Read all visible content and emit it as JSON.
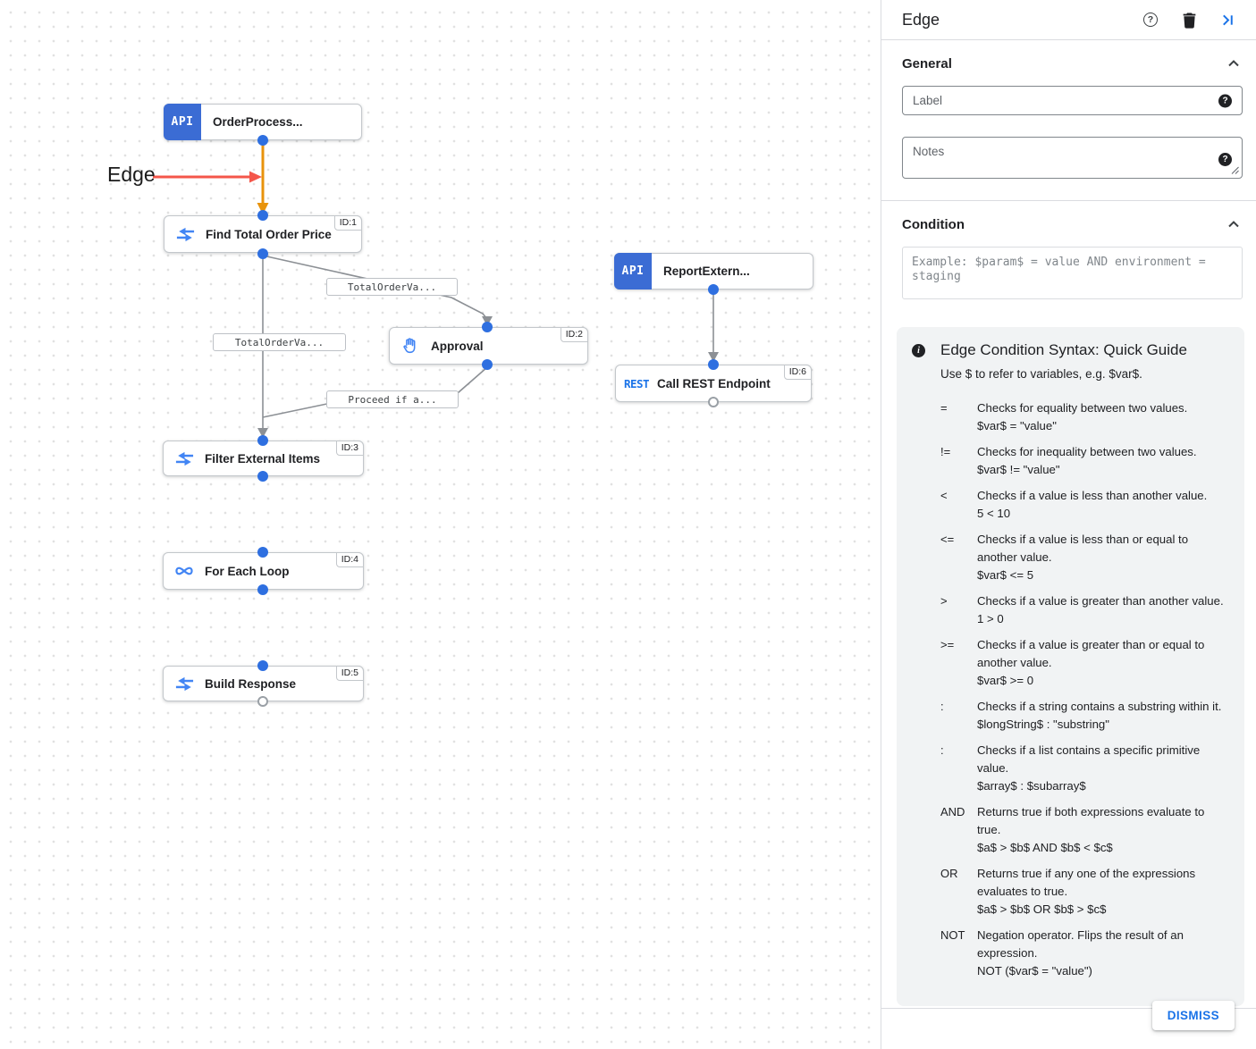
{
  "canvas": {
    "annotation_label": "Edge",
    "api_icon_text": "API",
    "rest_icon_text": "REST",
    "nodes": [
      {
        "label": "OrderProcess...",
        "badge": ""
      },
      {
        "label": "Find Total Order Price",
        "badge": "ID:1"
      },
      {
        "label": "Approval",
        "badge": "ID:2"
      },
      {
        "label": "ReportExtern...",
        "badge": ""
      },
      {
        "label": "Call REST Endpoint",
        "badge": "ID:6"
      },
      {
        "label": "Filter External Items",
        "badge": "ID:3"
      },
      {
        "label": "For Each Loop",
        "badge": "ID:4"
      },
      {
        "label": "Build Response",
        "badge": "ID:5"
      }
    ],
    "edge_labels": [
      {
        "text": "TotalOrderVa..."
      },
      {
        "text": "TotalOrderVa..."
      },
      {
        "text": "Proceed if a..."
      }
    ]
  },
  "panel": {
    "title": "Edge",
    "general_title": "General",
    "condition_title": "Condition",
    "label_placeholder": "Label",
    "notes_placeholder": "Notes",
    "help_glyph": "?",
    "info_glyph": "i",
    "condition_placeholder": "Example: $param$ = value AND environment = staging",
    "guide": {
      "title": "Edge Condition Syntax: Quick Guide",
      "subtitle": "Use $ to refer to variables, e.g. $var$.",
      "rules": [
        {
          "op": "=",
          "desc": "Checks for equality between two values.",
          "example": "$var$ = \"value\""
        },
        {
          "op": "!=",
          "desc": "Checks for inequality between two values.",
          "example": "$var$ != \"value\""
        },
        {
          "op": "<",
          "desc": "Checks if a value is less than another value.",
          "example": "5 < 10"
        },
        {
          "op": "<=",
          "desc": "Checks if a value is less than or equal to another value.",
          "example": "$var$ <= 5"
        },
        {
          "op": ">",
          "desc": "Checks if a value is greater than another value.",
          "example": "1 > 0"
        },
        {
          "op": ">=",
          "desc": "Checks if a value is greater than or equal to another value.",
          "example": "$var$ >= 0"
        },
        {
          "op": ":",
          "desc": "Checks if a string contains a substring within it.",
          "example": "$longString$ : \"substring\""
        },
        {
          "op": ":",
          "desc": "Checks if a list contains a specific primitive value.",
          "example": "$array$ : $subarray$"
        },
        {
          "op": "AND",
          "desc": "Returns true if both expressions evaluate to true.",
          "example": "$a$ > $b$ AND $b$ < $c$"
        },
        {
          "op": "OR",
          "desc": "Returns true if any one of the expressions evaluates to true.",
          "example": "$a$ > $b$ OR $b$ > $c$"
        },
        {
          "op": "NOT",
          "desc": "Negation operator. Flips the result of an expression.",
          "example": "NOT ($var$ = \"value\")"
        }
      ]
    },
    "dismiss_label": "DISMISS"
  },
  "colors": {
    "accent_blue": "#1a73e8",
    "port_blue": "#2e6fe0",
    "api_badge_blue": "#3b6cd4",
    "edge_gray": "#8c9095",
    "selected_edge_orange": "#e8930c",
    "annotation_red": "#f4564a",
    "guide_bg": "#f1f3f4"
  }
}
